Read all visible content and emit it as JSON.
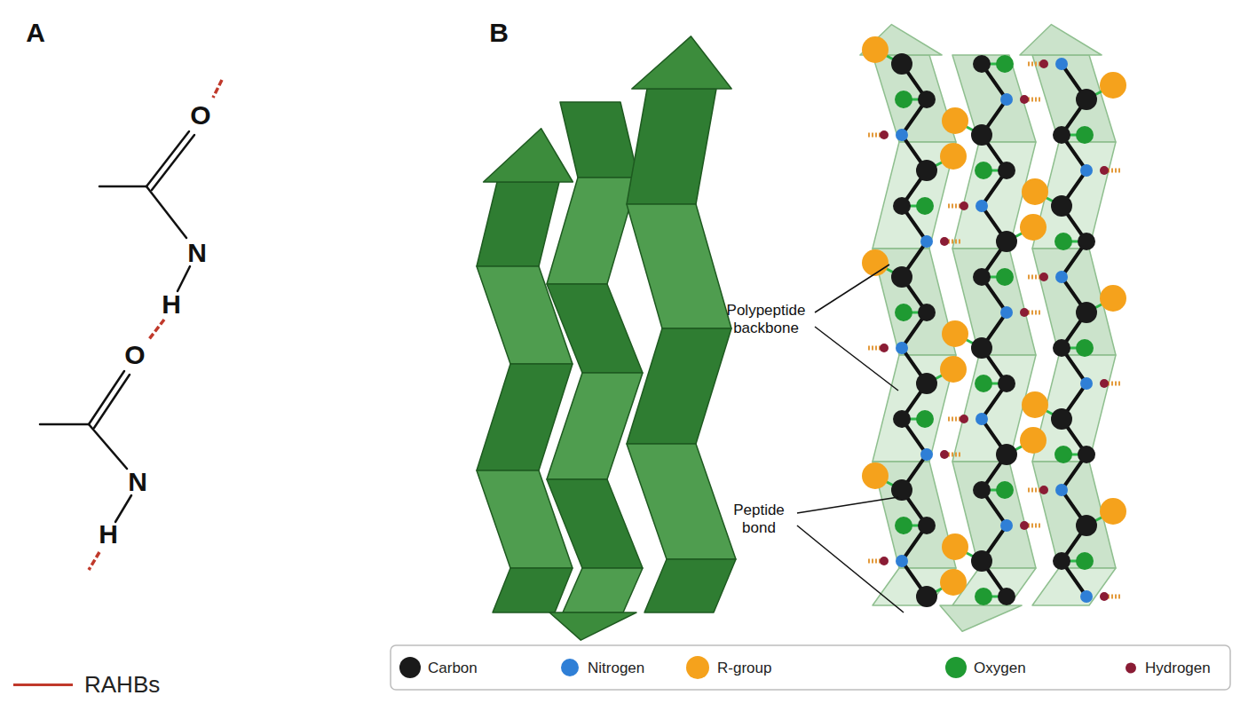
{
  "diagram": {
    "labels": [
      "A",
      "O",
      "N",
      "H",
      "O",
      "N",
      "H",
      "B",
      "Polypeptide backbone",
      "Peptide bond"
    ],
    "legend": [
      {
        "text": "RAHBs"
      },
      {
        "text": "Carbon",
        "color": "#1a1a1a"
      },
      {
        "text": "Nitrogen",
        "color": "#2f7fd6"
      },
      {
        "text": "R-group",
        "color": "#f5a21c"
      },
      {
        "text": "Oxygen",
        "color": "#1f9a32"
      },
      {
        "text": "Hydrogen",
        "color": "#8a1c35"
      }
    ]
  }
}
